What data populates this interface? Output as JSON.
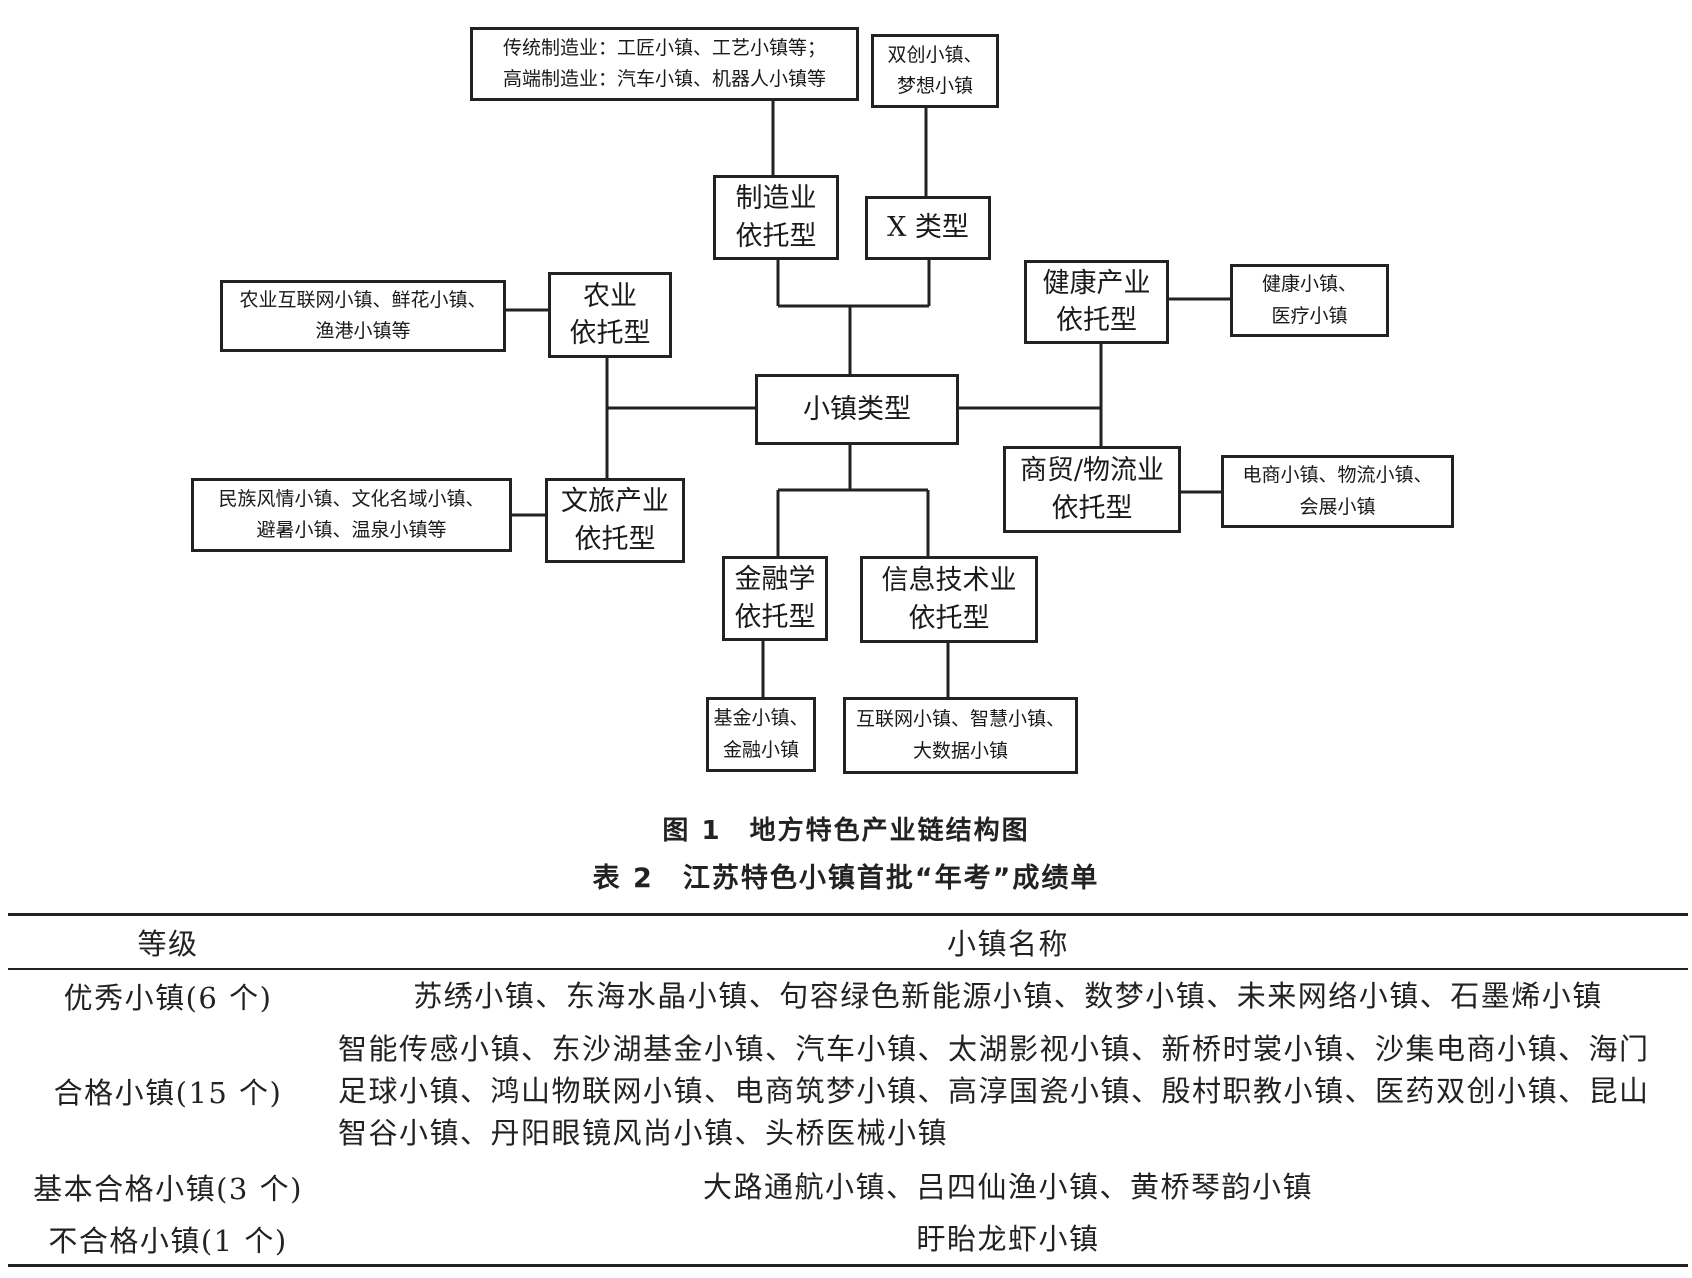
{
  "diagram": {
    "center": "小镇类型",
    "manufacturing": {
      "label": "制造业\n依托型",
      "detail": "传统制造业：工匠小镇、工艺小镇等；\n高端制造业：汽车小镇、机器人小镇等"
    },
    "x_type": {
      "label": "X 类型",
      "detail": "双创小镇、\n梦想小镇"
    },
    "agriculture": {
      "label": "农业\n依托型",
      "detail": "农业互联网小镇、鲜花小镇、\n渔港小镇等"
    },
    "health": {
      "label": "健康产业\n依托型",
      "detail": "健康小镇、\n医疗小镇"
    },
    "tourism": {
      "label": "文旅产业\n依托型",
      "detail": "民族风情小镇、文化名域小镇、\n避暑小镇、温泉小镇等"
    },
    "commerce": {
      "label": "商贸/物流业\n依托型",
      "detail": "电商小镇、物流小镇、\n会展小镇"
    },
    "finance": {
      "label": "金融学\n依托型",
      "detail": "基金小镇、\n金融小镇"
    },
    "it": {
      "label": "信息技术业\n依托型",
      "detail": "互联网小镇、智慧小镇、\n大数据小镇"
    }
  },
  "figure_caption": "图 1　地方特色产业链结构图",
  "table_caption": "表 2　江苏特色小镇首批“年考”成绩单",
  "table": {
    "headers": [
      "等级",
      "小镇名称"
    ],
    "rows": [
      {
        "grade": "优秀小镇(6 个)",
        "towns": "苏绣小镇、东海水晶小镇、句容绿色新能源小镇、数梦小镇、未来网络小镇、石墨烯小镇"
      },
      {
        "grade": "合格小镇(15 个)",
        "towns": "智能传感小镇、东沙湖基金小镇、汽车小镇、太湖影视小镇、新桥时裳小镇、沙集电商小镇、海门足球小镇、鸿山物联网小镇、电商筑梦小镇、高淳国瓷小镇、殷村职教小镇、医药双创小镇、昆山智谷小镇、丹阳眼镜风尚小镇、头桥医械小镇"
      },
      {
        "grade": "基本合格小镇(3 个)",
        "towns": "大路通航小镇、吕四仙渔小镇、黄桥琴韵小镇"
      },
      {
        "grade": "不合格小镇(1 个)",
        "towns": "盱眙龙虾小镇"
      }
    ]
  }
}
